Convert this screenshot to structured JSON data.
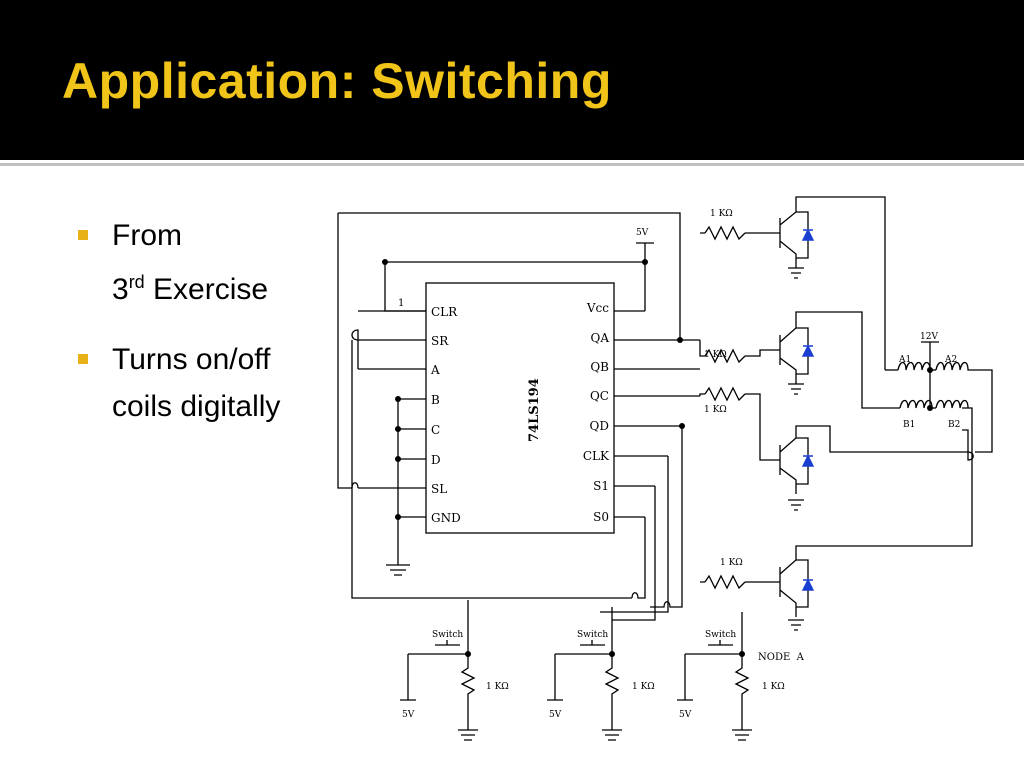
{
  "slide": {
    "title": "Application: Switching",
    "bullets": [
      {
        "line1": "From",
        "line2_pre": "3",
        "line2_sup": "rd",
        "line2_post": " Exercise"
      },
      {
        "line1": "Turns on/off",
        "line2": "coils digitally"
      }
    ]
  },
  "diagram": {
    "ic_name": "74LS194",
    "left_pins": [
      "CLR",
      "SR",
      "A",
      "B",
      "C",
      "D",
      "SL",
      "GND"
    ],
    "right_pins": [
      "Vcc",
      "QA",
      "QB",
      "QC",
      "QD",
      "CLK",
      "S1",
      "S0"
    ],
    "clr_input": "1",
    "vcc_supply": "5V",
    "resistor_label": "1 KΩ",
    "coil_supply": "12V",
    "coil_labels": [
      "A1",
      "A2",
      "B1",
      "B2"
    ],
    "switch_label": "Switch",
    "switch_supply": "5V",
    "node_label": "NODE  A",
    "colors": {
      "diode": "#1a3fd0",
      "accent": "#e8b118",
      "title": "#f0c419"
    }
  }
}
